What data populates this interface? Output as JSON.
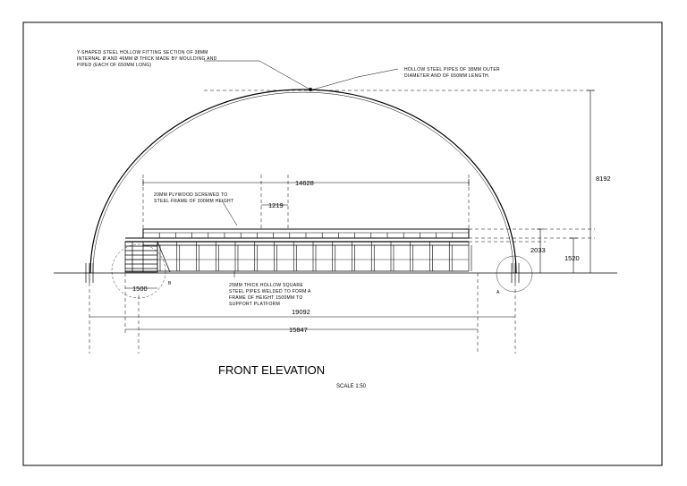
{
  "title": "FRONT ELEVATION",
  "scale": "SCALE 1:50",
  "notes": {
    "y_section_l1": "Y-SHAPED STEEL HOLLOW FITTING SECTION OF 38MM",
    "y_section_l2": "INTERNAL Ø AND 46MM Ø THICK MADE BY MOULDING AND",
    "y_section_l3": "PIPED (EACH OF 650MM LONG)",
    "pipes_l1": "HOLLOW STEEL PIPES OF 38MM OUTER",
    "pipes_l2": "DIAMETER AND OF 650MM LENGTH.",
    "plywood_l1": "20MM PLYWOOD SCREWED TO",
    "plywood_l2": "STEEL FRAME OF 300MM HEIGHT",
    "frame_l1": "25MM THICK HOLLOW SQUARE",
    "frame_l2": "STEEL PIPES WELDED TO FORM A",
    "frame_l3": "FRAME OF HEIGHT 1500MM TO",
    "frame_l4": "SUPPORT PLATFORM"
  },
  "dimensions": {
    "d8192": "8192",
    "d14628": "14628",
    "d1219": "1219",
    "d2033": "2033",
    "d1520": "1520",
    "d1500": "1500",
    "d19092": "19092",
    "d15847": "15847"
  },
  "labels": {
    "detail_b": "B",
    "detail_a": "A"
  }
}
